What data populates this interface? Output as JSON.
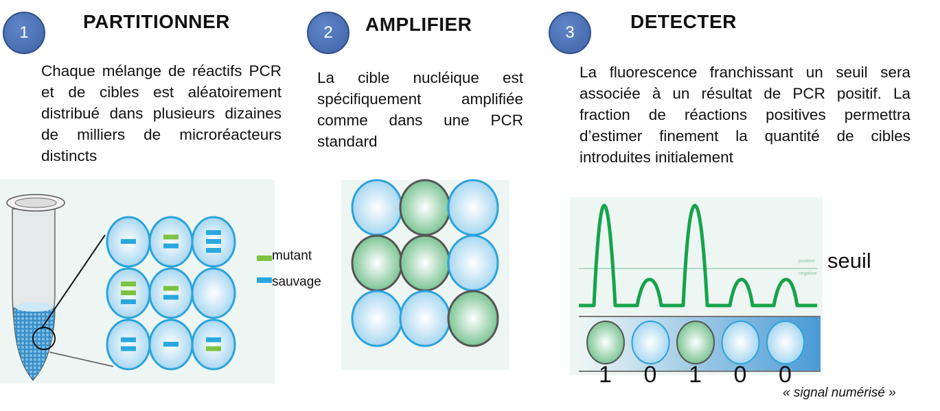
{
  "steps": [
    {
      "number": "1",
      "title": "PARTITIONNER",
      "text": "Chaque mélange de réactifs PCR et de cibles est aléatoirement distribué dans plusieurs dizaines de milliers de microréacteurs distincts"
    },
    {
      "number": "2",
      "title": "AMPLIFIER",
      "text": "La cible nucléique est spécifiquement amplifiée comme dans une PCR standard"
    },
    {
      "number": "3",
      "title": "DETECTER",
      "text": "La fluorescence franchissant un seuil sera associée à un résultat de PCR positif. La fraction de réactions positives permettra d’estimer finement la quantité de cibles introduites initialement"
    }
  ],
  "legend": {
    "mutant": "mutant",
    "sauvage": "sauvage"
  },
  "partition_droplets": [
    [
      "w"
    ],
    [
      "m",
      "w"
    ],
    [
      "w",
      "w",
      "w"
    ],
    [
      "m",
      "m",
      "w"
    ],
    [
      "m",
      "w"
    ],
    [],
    [
      "w",
      "w"
    ],
    [
      "w"
    ],
    [
      "w",
      "m"
    ]
  ],
  "amplify_droplets": [
    "blue",
    "green",
    "blue",
    "green",
    "green",
    "blue",
    "blue",
    "blue",
    "green"
  ],
  "detect": {
    "threshold_label": "seuil",
    "positive_label": "positive",
    "negative_label": "negative",
    "digits": [
      "1",
      "0",
      "1",
      "0",
      "0"
    ],
    "signal_label": "« signal numérisé »"
  },
  "colors": {
    "mutant": "#7dc242",
    "sauvage": "#29a8e0",
    "signal": "#16a34a",
    "badge": "#4a6fb5"
  }
}
